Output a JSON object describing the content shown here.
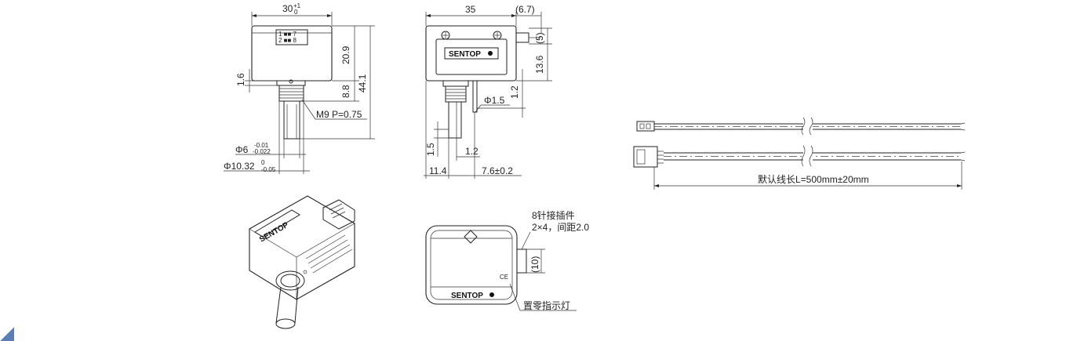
{
  "front_view": {
    "width_dim": "30",
    "width_tol_upper": "+1",
    "width_tol_lower": "0",
    "height_body": "20.9",
    "height_total": "44.1",
    "flange": "1.6",
    "neck": "8.8",
    "thread": "M9 P=0.75",
    "shaft_dia": "Φ6",
    "shaft_tol_upper": "-0.01",
    "shaft_tol_lower": "-0.022",
    "thread_dia": "Φ10.32",
    "thread_tol_upper": "0",
    "thread_tol_lower": "-0.05",
    "connector_pins_top": "1 ■■ 7",
    "connector_pins_bottom": "2 ■■ 8"
  },
  "side_view": {
    "width": "35",
    "connector_offset": "(6.7)",
    "connector_height": "(5)",
    "connector_pos": "13.6",
    "pin_length": "1.2",
    "pin_dia": "Φ1.5",
    "shaft_flat": "1.5",
    "flat_width": "1.2",
    "shaft_offset": "11.4",
    "pin_offset": "7.6±0.2",
    "logo": "SENTOP"
  },
  "top_view": {
    "connector_note_line1": "8针接插件",
    "connector_note_line2": "2×4，间距2.0",
    "connector_dim": "(10)",
    "zero_indicator": "置零指示灯",
    "logo": "SENTOP",
    "ce_mark": "CE"
  },
  "iso_view": {
    "logo": "SENTOP"
  },
  "cable": {
    "length_note": "默认线长L=500mm±20mm"
  },
  "colors": {
    "line": "#222222",
    "corner_accent": "#5b7fb5"
  }
}
